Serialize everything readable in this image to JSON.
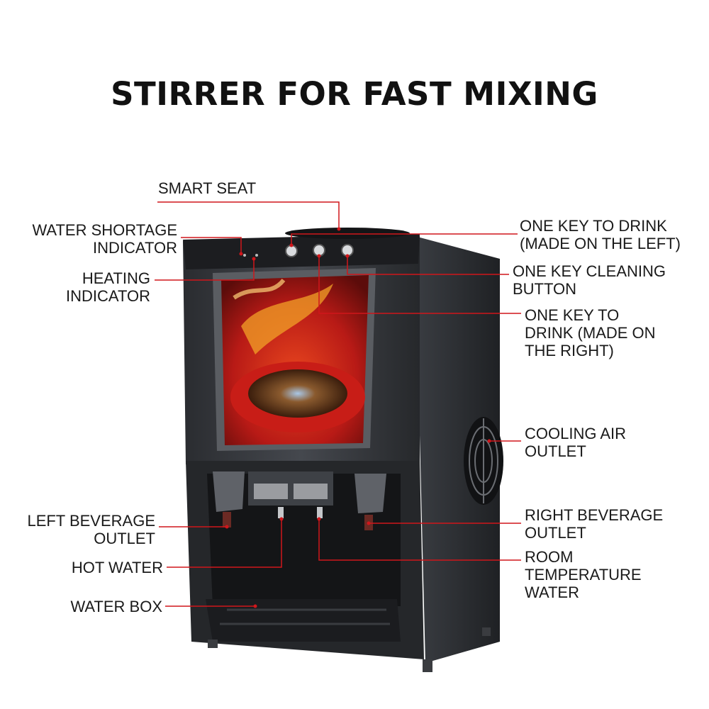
{
  "title": "STIRRER FOR FAST MIXING",
  "labels": {
    "smart_seat": "SMART SEAT",
    "water_shortage": "WATER SHORTAGE\nINDICATOR",
    "heating": "HEATING\nINDICATOR",
    "one_key_left": "ONE KEY TO DRINK\n(MADE ON THE LEFT)",
    "cleaning": "ONE KEY CLEANING\nBUTTON",
    "one_key_right": "ONE KEY TO\nDRINK (MADE ON\nTHE RIGHT)",
    "cooling": "COOLING AIR\nOUTLET",
    "left_outlet": "LEFT BEVERAGE\nOUTLET",
    "right_outlet": "RIGHT BEVERAGE\nOUTLET",
    "hot_water": "HOT WATER",
    "room_temp": "ROOM\nTEMPERATURE\nWATER",
    "water_box": "WATER BOX"
  },
  "colors": {
    "leader": "#d0161b",
    "body_dark": "#2b2d31",
    "panel_red": "#c0221c"
  }
}
